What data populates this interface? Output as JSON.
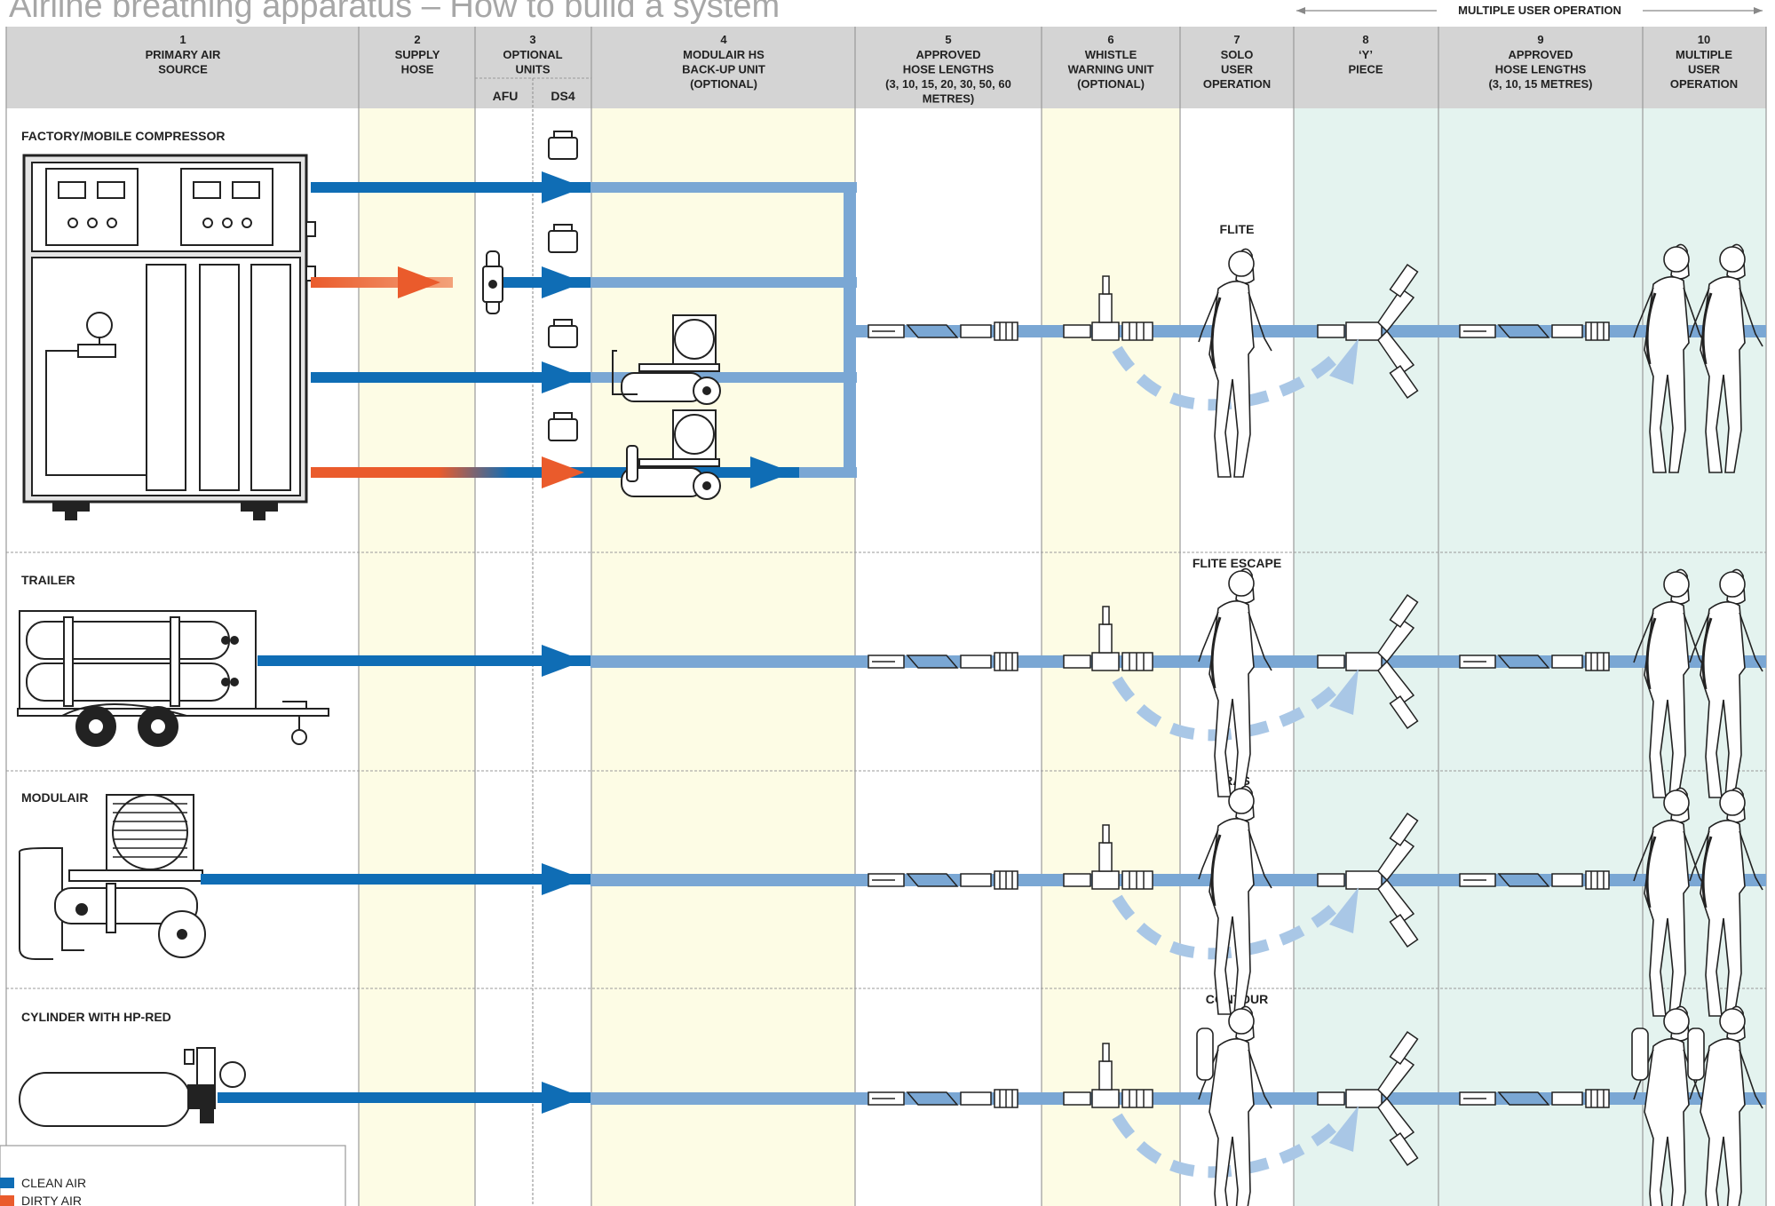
{
  "title": "Airline breathing apparatus – How to build a system",
  "multi_user_header": "MULTIPLE USER OPERATION",
  "columns": [
    {
      "num": "1",
      "lines": [
        "PRIMARY AIR",
        "SOURCE"
      ]
    },
    {
      "num": "2",
      "lines": [
        "SUPPLY",
        "HOSE"
      ]
    },
    {
      "num": "3",
      "lines": [
        "OPTIONAL",
        "UNITS"
      ],
      "sub": [
        "AFU",
        "DS4"
      ]
    },
    {
      "num": "4",
      "lines": [
        "MODULAIR HS",
        "BACK-UP UNIT",
        "(OPTIONAL)"
      ]
    },
    {
      "num": "5",
      "lines": [
        "APPROVED",
        "HOSE LENGTHS",
        "(3, 10, 15, 20, 30, 50, 60",
        "METRES)"
      ]
    },
    {
      "num": "6",
      "lines": [
        "WHISTLE",
        "WARNING UNIT",
        "(OPTIONAL)"
      ]
    },
    {
      "num": "7",
      "lines": [
        "SOLO",
        "USER",
        "OPERATION"
      ]
    },
    {
      "num": "8",
      "lines": [
        "‘Y’",
        "PIECE"
      ]
    },
    {
      "num": "9",
      "lines": [
        "APPROVED",
        "HOSE LENGTHS",
        "(3, 10, 15 METRES)"
      ]
    },
    {
      "num": "10",
      "lines": [
        "MULTIPLE",
        "USER",
        "OPERATION"
      ]
    }
  ],
  "sources": [
    "FACTORY/MOBILE COMPRESSOR",
    "TRAILER",
    "MODULAIR",
    "CYLINDER WITH HP-RED"
  ],
  "solo_products": [
    "FLITE",
    "FLITE ESCAPE",
    "RAS",
    "CONTOUR"
  ],
  "legend": {
    "items": [
      {
        "label": "CLEAN AIR",
        "color": "#0f6db5"
      },
      {
        "label": "DIRTY AIR",
        "color": "#ea5b2c"
      }
    ]
  },
  "colors": {
    "clean_air": "#0f6db5",
    "light_hose": "#7aa7d4",
    "dirty_air": "#ea5b2c",
    "header_bg": "#d4d4d4",
    "cream_band": "#fdfce5",
    "mint_band": "#e4f3ef"
  }
}
